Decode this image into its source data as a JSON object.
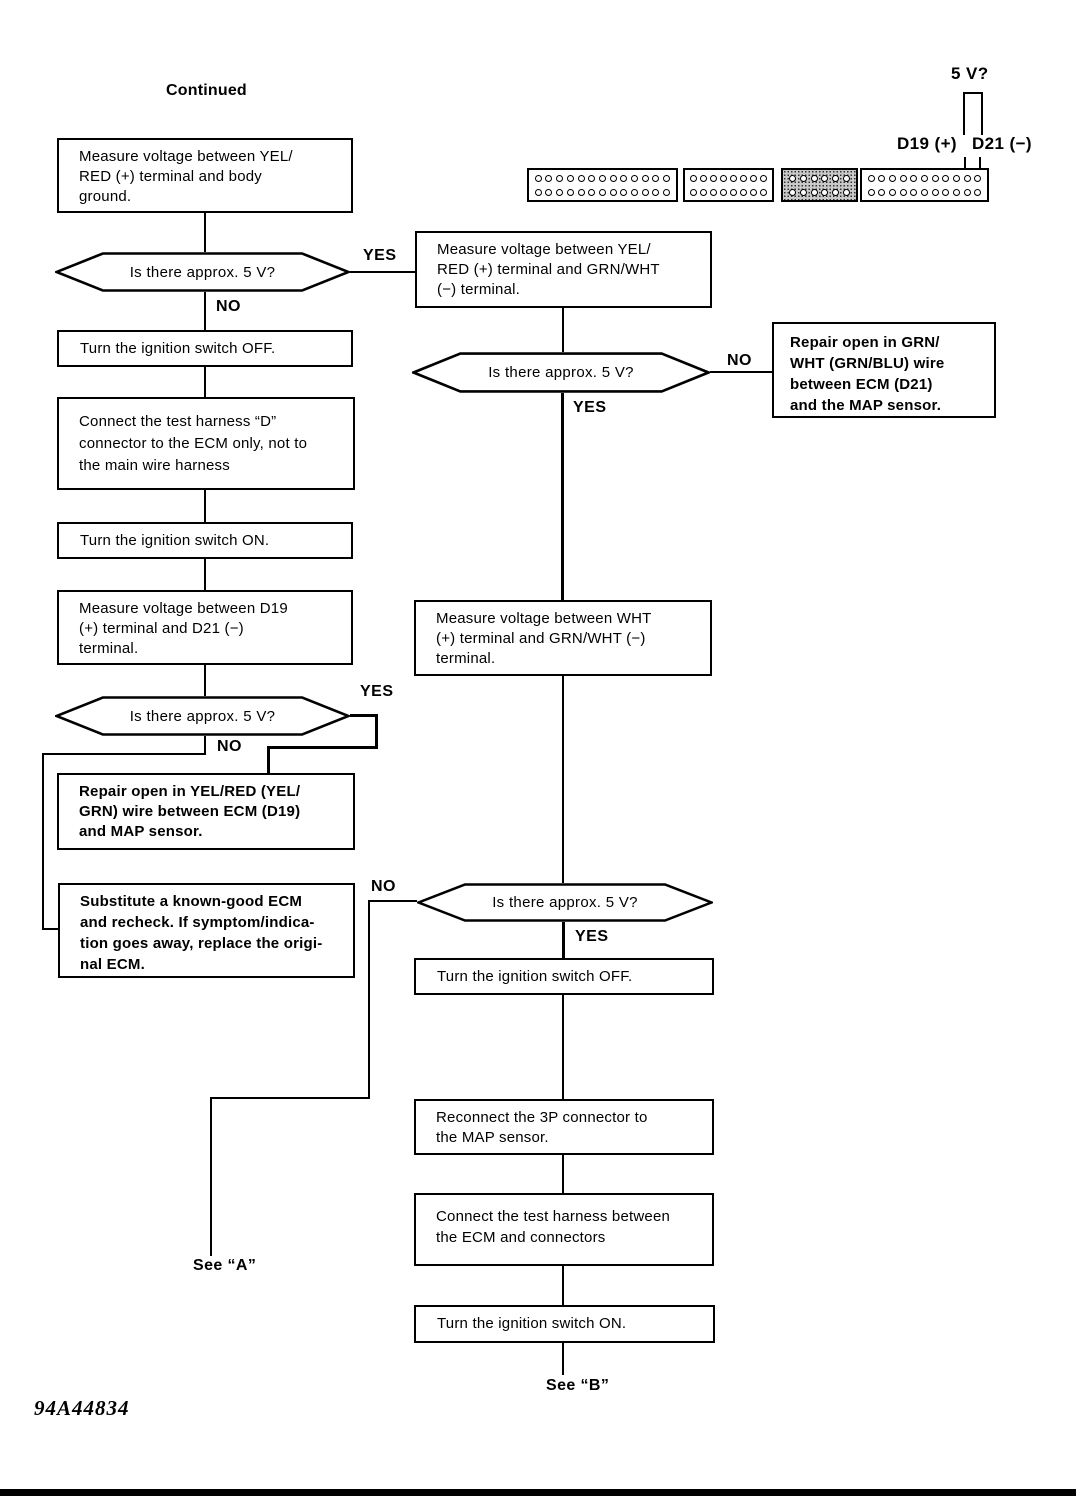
{
  "page": {
    "continued_label": "Continued",
    "part_number": "94A44834"
  },
  "pinout": {
    "voltage_label": "5 V?",
    "d19_label": "D19 (+)",
    "d21_label": "D21 (−)",
    "sections": [
      {
        "pins": 13
      },
      {
        "pins": 8
      },
      {
        "pins": 6,
        "shaded": true
      },
      {
        "pins": 11
      }
    ]
  },
  "flow": {
    "labels": {
      "yes": "YES",
      "no": "NO"
    },
    "decision": "Is there approx. 5 V?",
    "left": {
      "measure_body_ground": "Measure voltage between YEL/\nRED (+) terminal and body\nground.",
      "ignition_off": "Turn the ignition switch OFF.",
      "connect_harness_d": "Connect the test harness “D”\nconnector to the ECM only, not to\nthe main wire harness",
      "ignition_on": "Turn the ignition switch ON.",
      "measure_d19_d21": "Measure voltage between D19\n(+) terminal and D21 (−)\nterminal.",
      "repair_yel_red": "Repair open in YEL/RED (YEL/\nGRN) wire between ECM (D19)\nand MAP sensor.",
      "substitute_ecm": "Substitute a known-good ECM\nand recheck. If symptom/indica-\ntion goes away, replace the origi-\nnal ECM.",
      "see_a": "See “A”"
    },
    "right": {
      "measure_yelred_grnwht": "Measure voltage between YEL/\nRED (+) terminal and GRN/WHT\n(−) terminal.",
      "repair_grn_wht": "Repair open in GRN/\nWHT (GRN/BLU) wire\nbetween ECM (D21)\nand the MAP sensor.",
      "measure_wht_grnwht": "Measure voltage between WHT\n(+) terminal and GRN/WHT (−)\nterminal.",
      "ignition_off": "Turn the ignition switch OFF.",
      "reconnect_3p": "Reconnect the 3P connector to\nthe MAP sensor.",
      "connect_harness": "Connect the test harness between\nthe ECM and connectors",
      "ignition_on": "Turn the ignition switch ON.",
      "see_b": "See “B”"
    }
  }
}
